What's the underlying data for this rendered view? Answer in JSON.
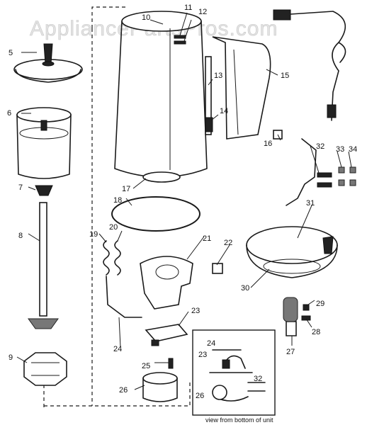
{
  "watermark": "AppliancePartsPros.com",
  "inset_caption": "view from bottom of unit",
  "part_labels": {
    "p5": "5",
    "p6": "6",
    "p7": "7",
    "p8": "8",
    "p9": "9",
    "p10": "10",
    "p11": "11",
    "p12": "12",
    "p13": "13",
    "p14": "14",
    "p15": "15",
    "p16": "16",
    "p17": "17",
    "p18": "18",
    "p19": "19",
    "p20": "20",
    "p21": "21",
    "p22": "22",
    "p23": "23",
    "p24": "24",
    "p25": "25",
    "p26": "26",
    "p27": "27",
    "p28": "28",
    "p29": "29",
    "p30": "30",
    "p31": "31",
    "p32": "32",
    "p33": "33",
    "p34": "34"
  },
  "inset_labels": {
    "i24": "24",
    "i23": "23",
    "i26": "26",
    "i32": "32"
  }
}
